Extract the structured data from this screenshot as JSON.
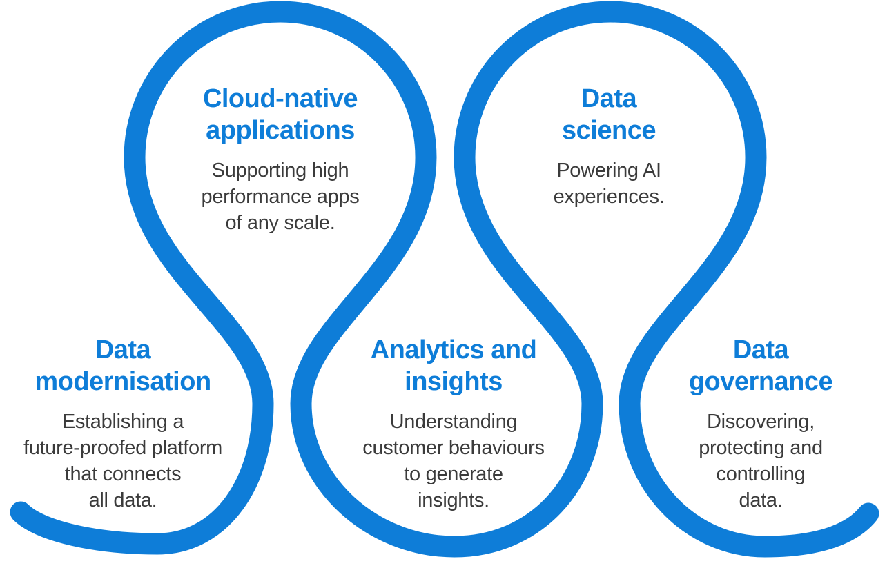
{
  "colors": {
    "accent": "#0E7DD8",
    "body_text": "#3B3B3B",
    "background": "#FFFFFF"
  },
  "sections": [
    {
      "title": "Cloud-native\napplications",
      "description": "Supporting high\nperformance apps\nof any scale."
    },
    {
      "title": "Data\nscience",
      "description": "Powering AI\nexperiences."
    },
    {
      "title": "Data\nmodernisation",
      "description": "Establishing a\nfuture-proofed platform\nthat connects\nall data."
    },
    {
      "title": "Analytics and\ninsights",
      "description": "Understanding\ncustomer behaviours\nto generate\ninsights."
    },
    {
      "title": "Data\ngovernance",
      "description": "Discovering,\nprotecting and\ncontrolling\ndata."
    }
  ]
}
